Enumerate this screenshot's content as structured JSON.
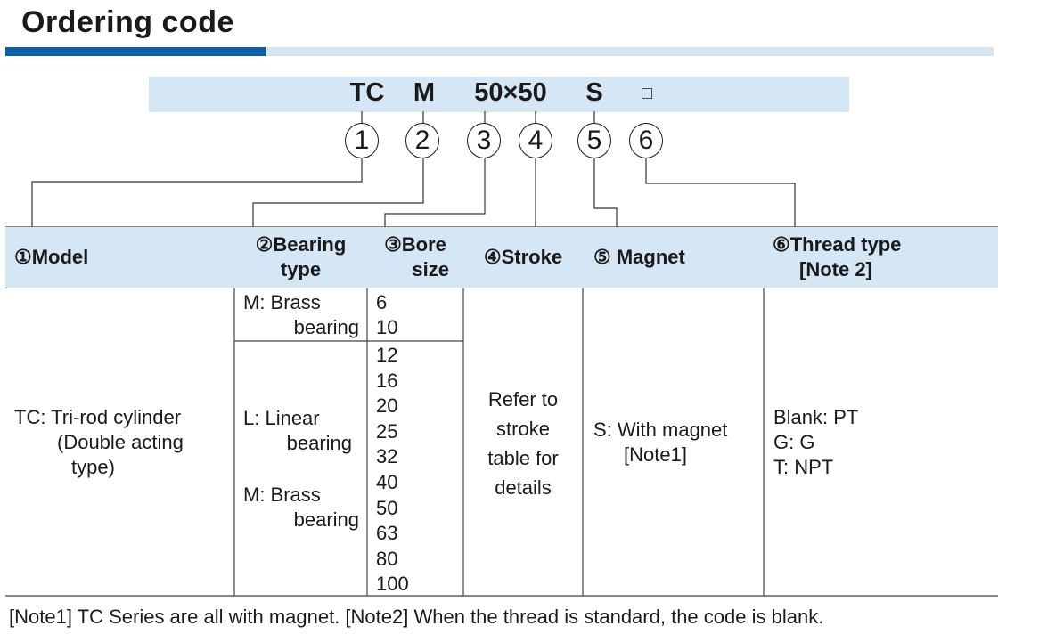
{
  "title": "Ordering code",
  "code": {
    "parts": [
      "TC",
      "M",
      "50×50",
      "S",
      "□"
    ]
  },
  "markers": [
    "1",
    "2",
    "3",
    "4",
    "5",
    "6"
  ],
  "headers": {
    "model": "①Model",
    "bearing_1": "②Bearing",
    "bearing_2": "type",
    "bore_1": "③Bore",
    "bore_2": "size",
    "stroke": "④Stroke",
    "magnet": "⑤ Magnet",
    "thread_1": "⑥Thread type",
    "thread_2": "[Note 2]"
  },
  "model": {
    "line1": "TC: Tri-rod cylinder",
    "line2": "(Double acting",
    "line3": "type)"
  },
  "bearing": {
    "brass_top_1": "M: Brass",
    "brass_top_2": "bearing",
    "linear_1": "L: Linear",
    "linear_2": "bearing",
    "brass_bottom_1": "M: Brass",
    "brass_bottom_2": "bearing"
  },
  "bore": {
    "group1": [
      "6",
      "10"
    ],
    "group2": [
      "12",
      "16",
      "20",
      "25",
      "32",
      "40",
      "50",
      "63",
      "80",
      "100"
    ]
  },
  "stroke": {
    "lines": [
      "Refer to",
      "stroke",
      "table for",
      "details"
    ]
  },
  "magnet": {
    "line1": "S: With magnet",
    "line2": "[Note1]"
  },
  "thread": {
    "lines": [
      "Blank: PT",
      "G: G",
      "T: NPT"
    ]
  },
  "footnote": "[Note1] TC Series are all with magnet. [Note2] When the thread is standard, the code is blank."
}
